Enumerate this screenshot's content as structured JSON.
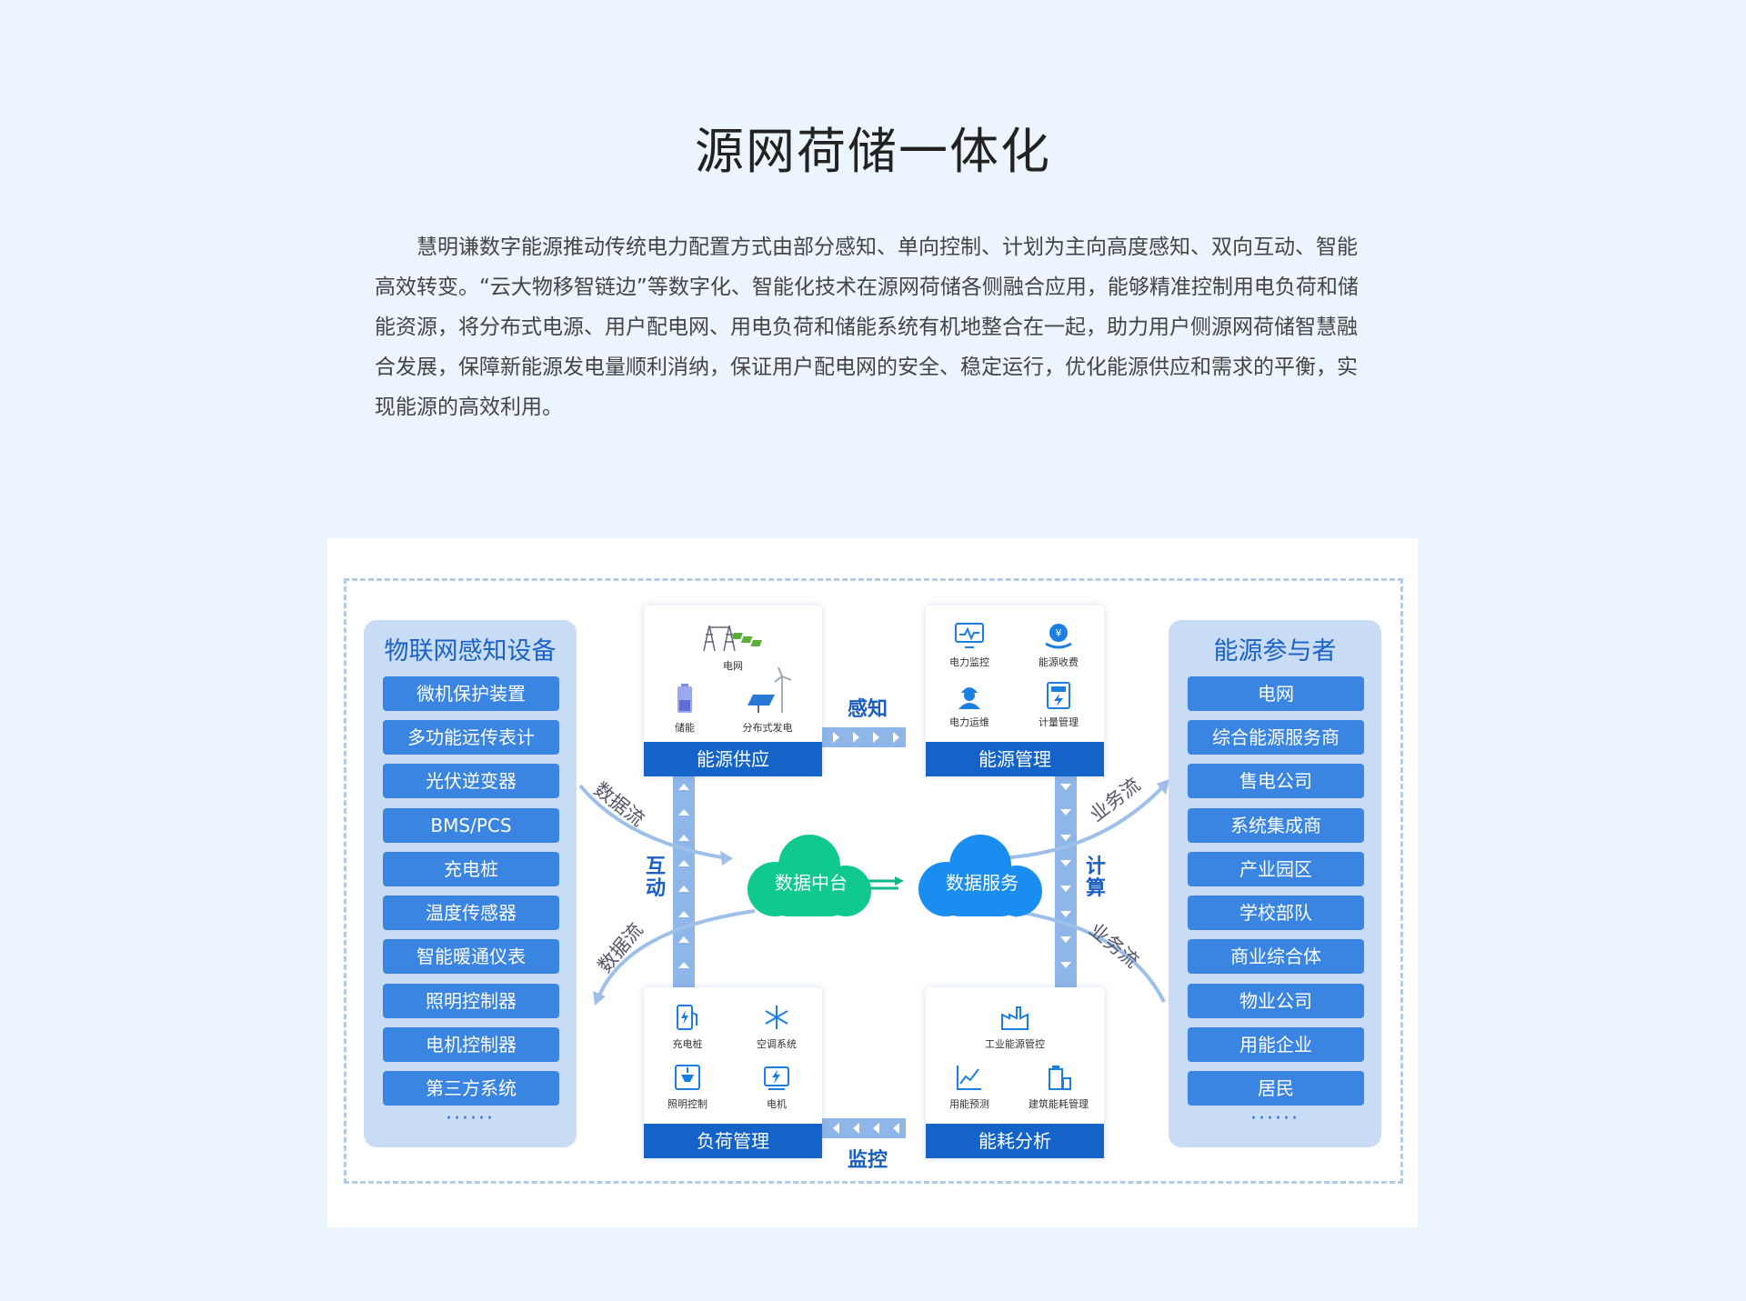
{
  "title": "源网荷储一体化",
  "intro": "慧明谦数字能源推动传统电力配置方式由部分感知、单向控制、计划为主向高度感知、双向互动、智能高效转变。“云大物移智链边”等数字化、智能化技术在源网荷储各侧融合应用，能够精准控制用电负荷和储能资源，将分布式电源、用户配电网、用电负荷和储能系统有机地整合在一起，助力用户侧源网荷储智慧融合发展，保障新能源发电量顺利消纳，保证用户配电网的安全、稳定运行，优化能源供应和需求的平衡，实现能源的高效利用。",
  "colors": {
    "accent": "#1463c9",
    "item": "#3b85e2",
    "panel": "#c9dcf5",
    "green": "#10c98f",
    "blue": "#1a8ef0"
  },
  "left": {
    "title": "物联网感知设备",
    "items": [
      "微机保护装置",
      "多功能远传表计",
      "光伏逆变器",
      "BMS/PCS",
      "充电桩",
      "温度传感器",
      "智能暖通仪表",
      "照明控制器",
      "电机控制器",
      "第三方系统"
    ],
    "more": "······"
  },
  "right": {
    "title": "能源参与者",
    "items": [
      "电网",
      "综合能源服务商",
      "售电公司",
      "系统集成商",
      "产业园区",
      "学校部队",
      "商业综合体",
      "物业公司",
      "用能企业",
      "居民"
    ],
    "more": "······"
  },
  "cards": {
    "supply": {
      "title": "能源供应",
      "items": [
        "电网",
        "储能",
        "分布式发电"
      ]
    },
    "manage": {
      "title": "能源管理",
      "items": [
        "电力监控",
        "能源收费",
        "电力运维",
        "计量管理"
      ]
    },
    "load": {
      "title": "负荷管理",
      "items": [
        "充电桩",
        "空调系统",
        "照明控制",
        "电机"
      ]
    },
    "analysis": {
      "title": "能耗分析",
      "items": [
        "工业能源管控",
        "用能预测",
        "建筑能耗管理"
      ]
    }
  },
  "labels": {
    "perceive": "感知",
    "monitor": "监控",
    "interact": "互动",
    "compute": "计算",
    "dataflow1": "数据流",
    "dataflow2": "数据流",
    "bizflow1": "业务流",
    "bizflow2": "业务流"
  },
  "clouds": {
    "center": "数据中台",
    "service": "数据服务"
  }
}
